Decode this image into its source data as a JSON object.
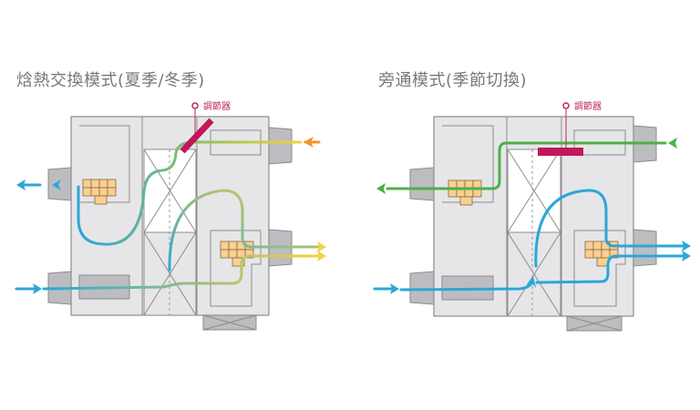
{
  "panels": [
    {
      "title": "焓熱交換模式(夏季/冬季)",
      "regulator_label": "調節器",
      "mode": "heat-exchange",
      "flows": [
        {
          "name": "outdoor-intake",
          "colors": [
            "#f0932b",
            "#f5d13c",
            "#2aa7d8"
          ]
        },
        {
          "name": "exhaust-out",
          "color": "#2aa7d8"
        },
        {
          "name": "supply-in",
          "color": "#2aa7d8"
        },
        {
          "name": "supply-out",
          "color": "#f5d13c"
        }
      ]
    },
    {
      "title": "旁通模式(季節切換)",
      "regulator_label": "調節器",
      "mode": "bypass",
      "flows": [
        {
          "name": "bypass-flow",
          "color": "#4cb048"
        },
        {
          "name": "supply-in",
          "color": "#2aa7d8"
        },
        {
          "name": "supply-out",
          "color": "#2aa7d8"
        }
      ]
    }
  ],
  "colors": {
    "body": "#e6e6e8",
    "outline": "#8c8c8c",
    "duct": "#bdbdc1",
    "damper": "#c0185a",
    "filter": "#f9cf93",
    "blue": "#2aa7d8",
    "yellow": "#f5d13c",
    "orange": "#f0932b",
    "green": "#4cb048"
  }
}
